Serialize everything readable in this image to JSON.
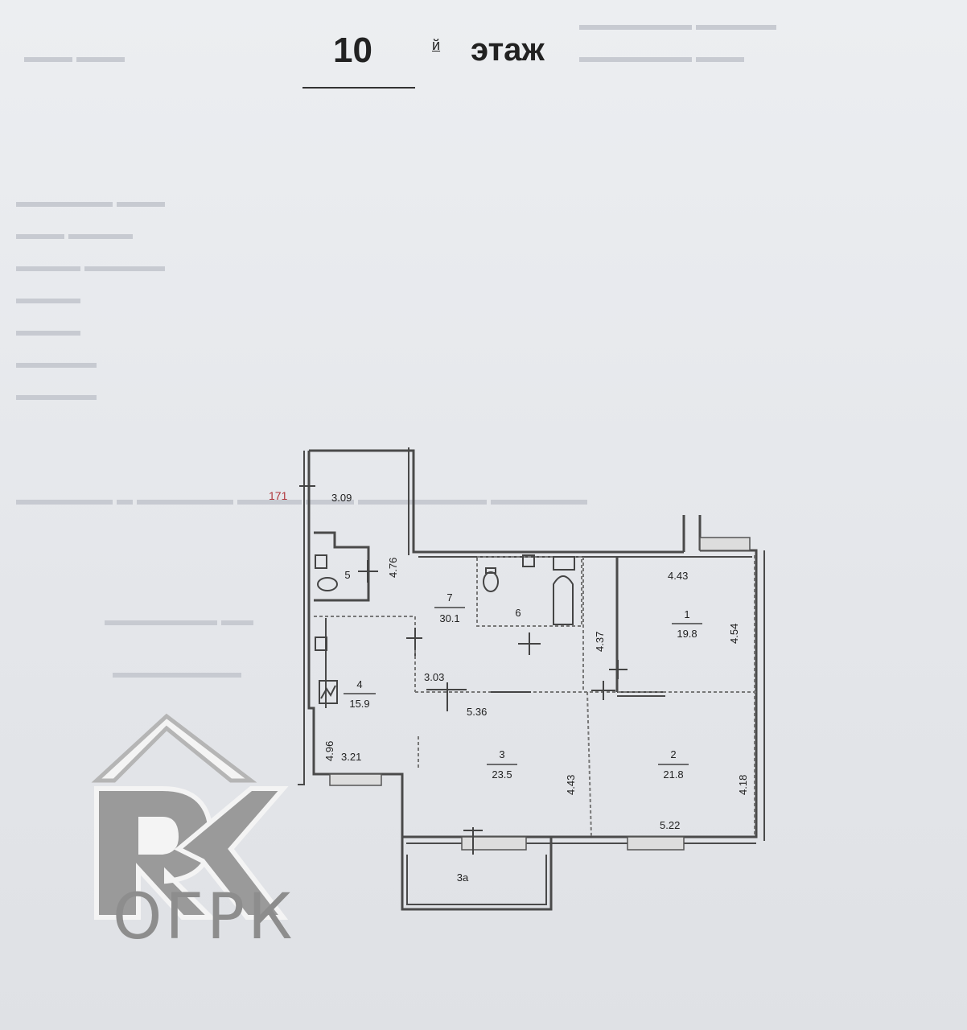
{
  "header": {
    "floor_number": "10",
    "floor_suffix": "й",
    "floor_word": "этаж"
  },
  "apartment_label": "171",
  "rooms": [
    {
      "id": "1",
      "area": "19.8"
    },
    {
      "id": "2",
      "area": "21.8"
    },
    {
      "id": "3",
      "area": "23.5"
    },
    {
      "id": "3а",
      "area": ""
    },
    {
      "id": "4",
      "area": "15.9"
    },
    {
      "id": "5",
      "area": ""
    },
    {
      "id": "6",
      "area": ""
    },
    {
      "id": "7",
      "area": "30.1"
    }
  ],
  "dimensions": {
    "d309": "3.09",
    "d476": "4.76",
    "d443_top": "4.43",
    "d454": "4.54",
    "d437": "4.37",
    "d303": "3.03",
    "d536": "5.36",
    "d496": "4.96",
    "d321": "3.21",
    "d443_right": "4.43",
    "d418": "4.18",
    "d522": "5.22"
  },
  "logo": {
    "text": "ОГРК"
  },
  "colors": {
    "ink": "#222222",
    "wall": "#555555",
    "red_label": "#b0353a",
    "logo_grey": "#8d8d8d"
  }
}
